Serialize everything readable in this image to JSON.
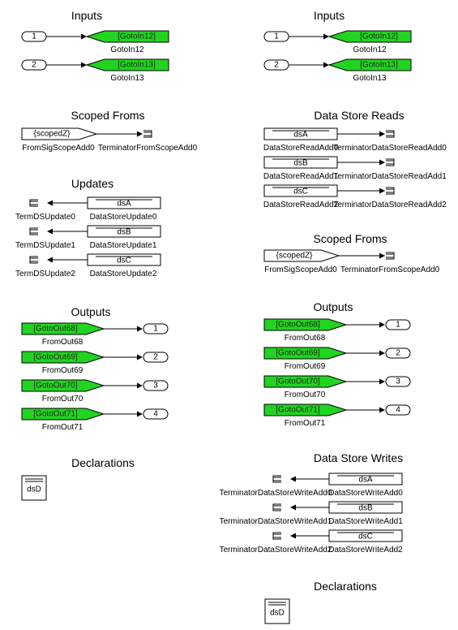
{
  "left": {
    "inputs": {
      "title": "Inputs",
      "ports": [
        "1",
        "2"
      ],
      "goto_tags": [
        "[GotoIn12]",
        "[GotoIn13]"
      ],
      "goto_names": [
        "GotoIn12",
        "GotoIn13"
      ]
    },
    "scoped_froms": {
      "title": "Scoped Froms",
      "from_tag": "{scopedZ}",
      "from_name": "FromSigScopeAdd0",
      "terminator_name": "TerminatorFromScopeAdd0"
    },
    "updates": {
      "title": "Updates",
      "stores": [
        "dsA",
        "dsB",
        "dsC"
      ],
      "terminator_names": [
        "TermDSUpdate0",
        "TermDSUpdate1",
        "TermDSUpdate2"
      ],
      "store_names": [
        "DataStoreUpdate0",
        "DataStoreUpdate1",
        "DataStoreUpdate2"
      ]
    },
    "outputs": {
      "title": "Outputs",
      "from_tags": [
        "[GotoOut68]",
        "[GotoOut69]",
        "[GotoOut70]",
        "[GotoOut71]"
      ],
      "from_names": [
        "FromOut68",
        "FromOut69",
        "FromOut70",
        "FromOut71"
      ],
      "ports": [
        "1",
        "2",
        "3",
        "4"
      ]
    },
    "declarations": {
      "title": "Declarations",
      "memory": "dsD"
    }
  },
  "right": {
    "inputs": {
      "title": "Inputs",
      "ports": [
        "1",
        "2"
      ],
      "goto_tags": [
        "[GotoIn12]",
        "[GotoIn13]"
      ],
      "goto_names": [
        "GotoIn12",
        "GotoIn13"
      ]
    },
    "data_store_reads": {
      "title": "Data Store Reads",
      "stores": [
        "dsA",
        "dsB",
        "dsC"
      ],
      "read_names": [
        "DataStoreReadAdd0",
        "DataStoreReadAdd1",
        "DataStoreReadAdd2"
      ],
      "terminator_names": [
        "TerminatorDataStoreReadAdd0",
        "TerminatorDataStoreReadAdd1",
        "TerminatorDataStoreReadAdd2"
      ]
    },
    "scoped_froms": {
      "title": "Scoped Froms",
      "from_tag": "{scopedZ}",
      "from_name": "FromSigScopeAdd0",
      "terminator_name": "TerminatorFromScopeAdd0"
    },
    "outputs": {
      "title": "Outputs",
      "from_tags": [
        "[GotoOut68]",
        "[GotoOut69]",
        "[GotoOut70]",
        "[GotoOut71]"
      ],
      "from_names": [
        "FromOut68",
        "FromOut69",
        "FromOut70",
        "FromOut71"
      ],
      "ports": [
        "1",
        "2",
        "3",
        "4"
      ]
    },
    "data_store_writes": {
      "title": "Data Store Writes",
      "stores": [
        "dsA",
        "dsB",
        "dsC"
      ],
      "terminator_names": [
        "TerminatorDataStoreWriteAdd0",
        "TerminatorDataStoreWriteAdd1",
        "TerminatorDataStoreWriteAdd2"
      ],
      "write_names": [
        "DataStoreWriteAdd0",
        "DataStoreWriteAdd1",
        "DataStoreWriteAdd2"
      ]
    },
    "declarations": {
      "title": "Declarations",
      "memory": "dsD"
    }
  },
  "colors": {
    "goto_fill": "#22d322",
    "line": "#000000",
    "block_fill": "#ffffff"
  }
}
